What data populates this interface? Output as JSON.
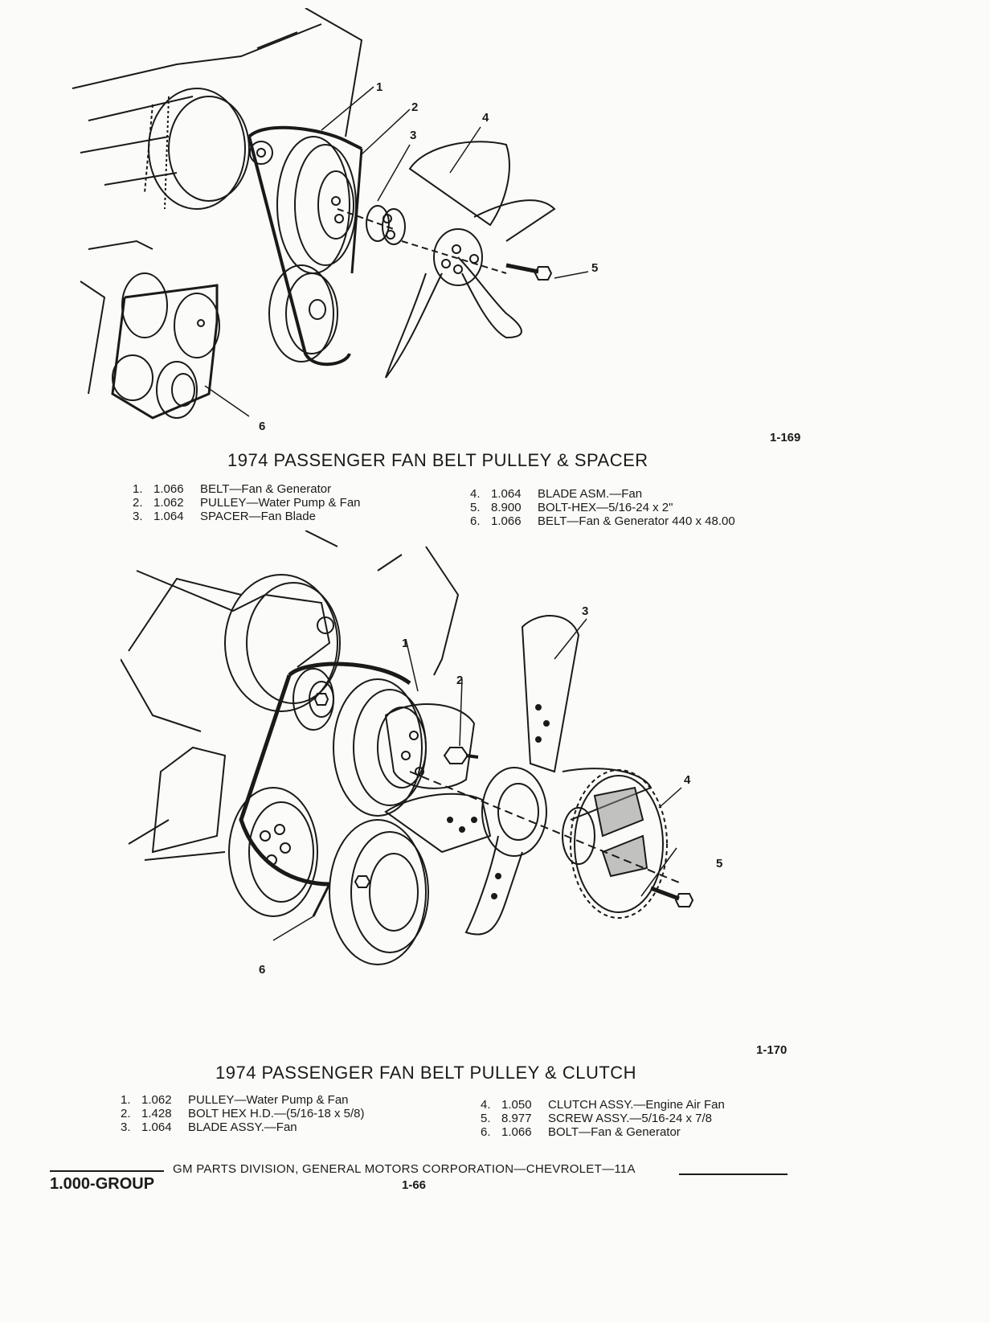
{
  "figures": [
    {
      "number": "1-169",
      "caption": "1974 PASSENGER FAN BELT PULLEY & SPACER",
      "callouts": [
        "1",
        "2",
        "3",
        "4",
        "5",
        "6"
      ],
      "parts_left": [
        {
          "num": "1.",
          "code": "1.066",
          "desc": "BELT—Fan & Generator"
        },
        {
          "num": "2.",
          "code": "1.062",
          "desc": "PULLEY—Water Pump & Fan"
        },
        {
          "num": "3.",
          "code": "1.064",
          "desc": "SPACER—Fan Blade"
        }
      ],
      "parts_right": [
        {
          "num": "4.",
          "code": "1.064",
          "desc": "BLADE ASM.—Fan"
        },
        {
          "num": "5.",
          "code": "8.900",
          "desc": "BOLT-HEX—5/16-24 x 2\""
        },
        {
          "num": "6.",
          "code": "1.066",
          "desc": "BELT—Fan & Generator 440 x 48.00"
        }
      ]
    },
    {
      "number": "1-170",
      "caption": "1974 PASSENGER FAN BELT PULLEY & CLUTCH",
      "callouts": [
        "1",
        "2",
        "3",
        "4",
        "5",
        "6"
      ],
      "parts_left": [
        {
          "num": "1.",
          "code": "1.062",
          "desc": "PULLEY—Water Pump & Fan"
        },
        {
          "num": "2.",
          "code": "1.428",
          "desc": "BOLT HEX H.D.—(5/16-18 x 5/8)"
        },
        {
          "num": "3.",
          "code": "1.064",
          "desc": "BLADE ASSY.—Fan"
        }
      ],
      "parts_right": [
        {
          "num": "4.",
          "code": "1.050",
          "desc": "CLUTCH ASSY.—Engine Air Fan"
        },
        {
          "num": "5.",
          "code": "8.977",
          "desc": "SCREW ASSY.—5/16-24 x 7/8"
        },
        {
          "num": "6.",
          "code": "1.066",
          "desc": "BOLT—Fan & Generator"
        }
      ]
    }
  ],
  "footer": {
    "text": "GM PARTS DIVISION, GENERAL MOTORS CORPORATION—CHEVROLET—11A",
    "group": "1.000-GROUP",
    "page": "1-66"
  }
}
